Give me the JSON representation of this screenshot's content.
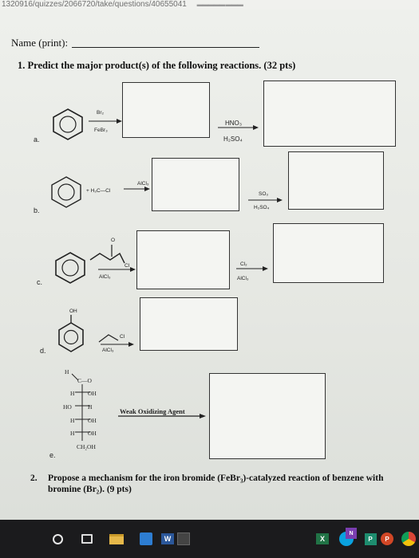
{
  "url_bar": {
    "text": "1320916/quizzes/2066720/take/questions/40655041"
  },
  "page": {
    "name_label": "Name (print):",
    "question1": {
      "number": "1.",
      "text": "Predict the major product(s) of the following reactions. (32 pts)"
    },
    "question2": {
      "number": "2.",
      "text": "Propose a mechanism for the iron bromide (FeBr₃)-catalyzed reaction of benzene with bromine (Br₂). (9 pts)"
    }
  },
  "reactions": {
    "a": {
      "label": "a.",
      "reagent1_top": "Br₂",
      "reagent1_bottom": "FeBr₃",
      "reagent2_top": "HNO₃",
      "reagent2_bottom": "H₂SO₄"
    },
    "b": {
      "label": "b.",
      "plus_reagent": "+ H₃C—Cl",
      "reagent1_top": "AlCl₃",
      "reagent2_top": "SO₃",
      "reagent2_bottom": "H₂SO₄"
    },
    "c": {
      "label": "c.",
      "carbonyl_o": "O",
      "cl": "Cl",
      "reagent1_bottom": "AlCl₃",
      "reagent2_top": "Cl₂",
      "reagent2_bottom": "AlCl₃"
    },
    "d": {
      "label": "d.",
      "oh": "OH",
      "cl": "Cl",
      "reagent1_bottom": "AlCl₃"
    },
    "e": {
      "label": "e.",
      "fischer": {
        "top_h": "H",
        "aldehyde": "C—O",
        "row1_left": "H",
        "row1_right": "OH",
        "row2_left": "HO",
        "row2_right": "H",
        "row3_left": "H",
        "row3_right": "OH",
        "row4_left": "H",
        "row4_right": "OH",
        "bottom": "CH₂OH"
      },
      "reagent": "Weak Oxidizing Agent"
    }
  },
  "taskbar": {
    "icons": [
      "search-icon",
      "task-view-icon",
      "file-explorer-icon",
      "store-icon",
      "word-icon",
      "calculator-icon",
      "excel-icon",
      "edge-icon",
      "onenote-icon",
      "publisher-icon",
      "powerpoint-icon",
      "chrome-icon"
    ],
    "word_letter": "W",
    "excel_letter": "X",
    "publisher_letter": "P",
    "onenote_letter": "N",
    "powerpoint_letter": "P"
  }
}
